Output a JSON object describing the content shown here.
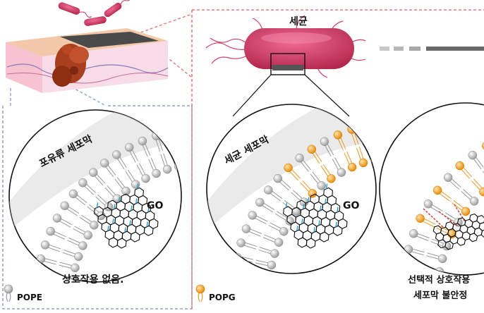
{
  "labels": {
    "bacterium": "세균",
    "mammal_membrane": "포유류 세포막",
    "bacterial_membrane": "세균 세포막",
    "go_left": "GO",
    "go_mid": "GO",
    "no_interaction": "상호작용 없음.",
    "selective_line1": "선택적 상호작용",
    "selective_line2": "세포막 불안정",
    "legend_pope": "POPE",
    "legend_popg": "POPG"
  },
  "colors": {
    "grey_head": "#bdbdbd",
    "orange_head": "#f5a623",
    "bacteria": "#d0406a",
    "frame_blue": "#8fa6c4",
    "frame_red": "#e07a7a",
    "wound": "#a8401f",
    "skin_top": "#f3c8a8",
    "skin_bottom": "#f6d3e2"
  }
}
